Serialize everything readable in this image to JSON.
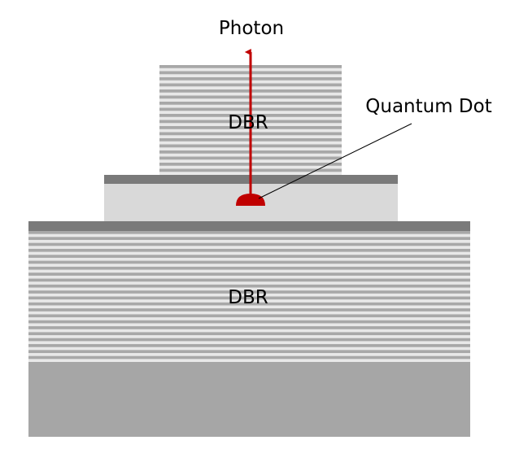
{
  "labels": {
    "photon": "Photon",
    "quantum_dot": "Quantum Dot",
    "top_dbr": "DBR",
    "bottom_dbr": "DBR"
  },
  "colors": {
    "background": "#ffffff",
    "dbr_light": "#e8e8e8",
    "dbr_dark": "#a8a8a8",
    "cap_layer": "#7a7a7a",
    "cavity": "#d9d9d9",
    "substrate": "#a6a6a6",
    "photon_arrow": "#c00000",
    "quantum_dot": "#c00000",
    "leader_line": "#000000"
  },
  "layers": {
    "top_dbr_pairs": 18,
    "bottom_dbr_pairs": 22
  }
}
